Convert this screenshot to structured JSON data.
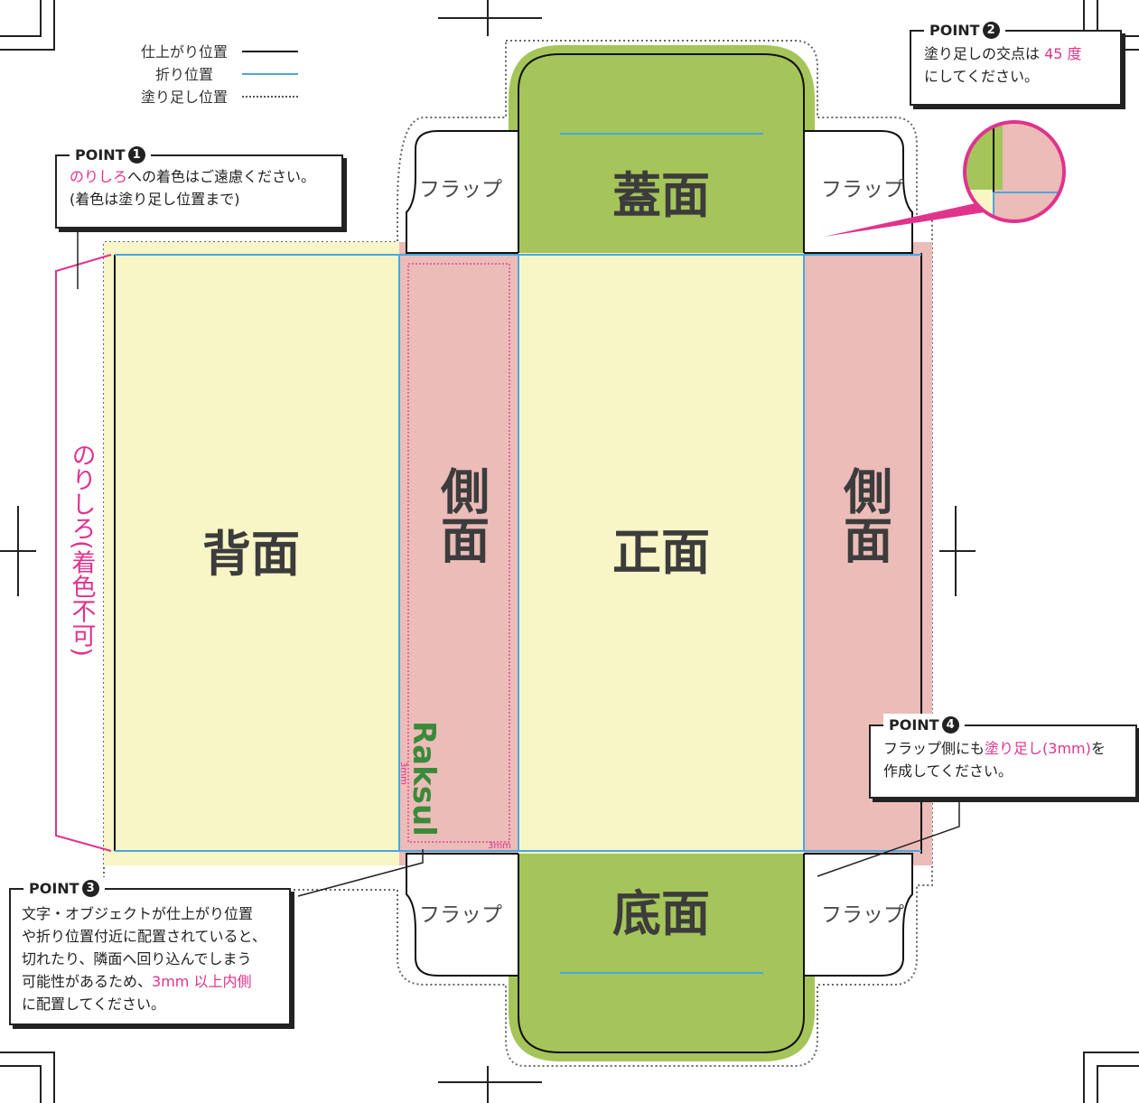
{
  "legend": {
    "finish": "仕上がり位置",
    "fold": "折り位置",
    "bleed": "塗り足し位置"
  },
  "panels": {
    "lid": "蓋面",
    "front": "正面",
    "back": "背面",
    "side": "側面",
    "bottom": "底面",
    "flap": "フラップ",
    "glue_flap": "のりしろ(着色不可)"
  },
  "logo": "Raksul",
  "margin_label": "3mm",
  "points": {
    "p1": {
      "label": "POINT",
      "number": "1",
      "highlight": "のりしろ",
      "line1": "への着色はご遠慮ください。",
      "line2": "(着色は塗り足し位置まで)"
    },
    "p2": {
      "label": "POINT",
      "number": "2",
      "line1": "塗り足しの交点は",
      "highlight": "45 度",
      "line2": "にしてください。"
    },
    "p3": {
      "label": "POINT",
      "number": "3",
      "line1": "文字・オブジェクトが仕上がり位置",
      "line2": "や折り位置付近に配置されていると、",
      "line3": "切れたり、隣面へ回り込んでしまう",
      "line4": "可能性があるため、",
      "highlight": "3mm 以上内側",
      "line5": "に配置してください。"
    },
    "p4": {
      "label": "POINT",
      "number": "4",
      "line1": "フラップ側にも",
      "highlight": "塗り足し(3mm)",
      "line1b": "を",
      "line2": "作成してください。"
    }
  },
  "colors": {
    "green": "#a5c55a",
    "pink_panel": "#ebbcb8",
    "cream": "#f8f5c6",
    "accent": "#e0338c",
    "fold_line": "#4aa6e0",
    "logo_green": "#3a8a3a"
  }
}
